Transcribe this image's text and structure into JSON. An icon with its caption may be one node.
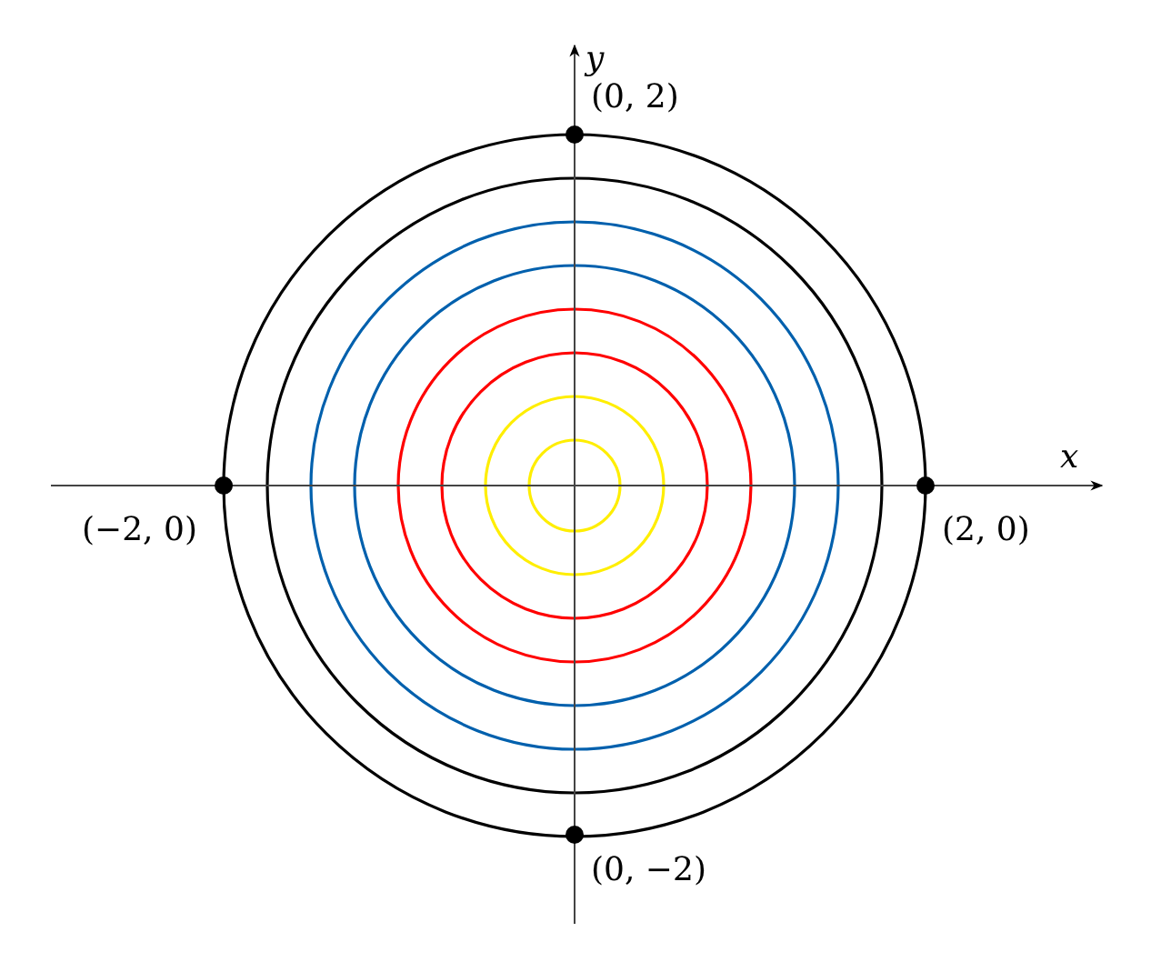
{
  "diagram": {
    "nodes": [
      {
        "text": [],
        "shape": "circle",
        "beside": [
          "(0, 2)"
        ]
      },
      {
        "text": [],
        "shape": "circle",
        "beside": [
          "(−2, 0)"
        ]
      },
      {
        "text": [],
        "shape": "circle",
        "beside": [
          "(2, 0)"
        ]
      },
      {
        "text": [],
        "shape": "circle",
        "beside": [
          "(0, −2)"
        ]
      }
    ],
    "labels": [
      "y",
      "x"
    ]
  }
}
